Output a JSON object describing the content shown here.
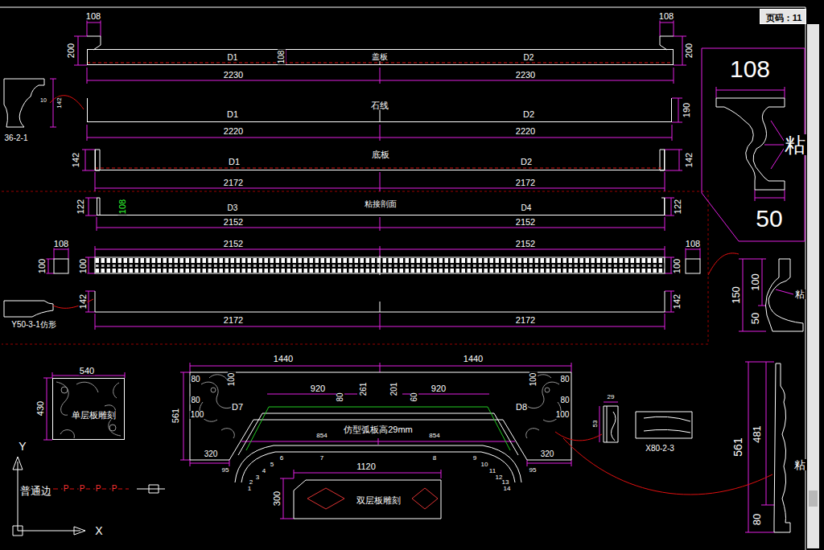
{
  "diagram": {
    "nodes": [
      {
        "text": [
          "页码：11"
        ]
      },
      {
        "text": [
          "盖板",
          "D1",
          "D2"
        ]
      },
      {
        "text": [
          "石线",
          "D1",
          "D2"
        ]
      },
      {
        "text": [
          "底板",
          "D1",
          "D2"
        ]
      },
      {
        "text": [
          "粘接剖面",
          "D3",
          "D4"
        ]
      },
      {
        "text": [
          "单层板雕刻"
        ]
      },
      {
        "text": [
          "D7",
          "D8",
          "仿型弧板高29mm"
        ]
      },
      {
        "text": [
          "双层板雕刻"
        ]
      }
    ],
    "labels": [
      "108",
      "108",
      "200",
      "108",
      "200",
      "2230",
      "2230",
      "142",
      "10",
      "36-2-1",
      "190",
      "2220",
      "2220",
      "142",
      "142",
      "2172",
      "2172",
      "122",
      "108",
      "122",
      "2152",
      "2152",
      "108",
      "2152",
      "2152",
      "108",
      "100",
      "100",
      "100",
      "142",
      "142",
      "2172",
      "2172",
      "Y50-3-1仿形",
      "108",
      "粘",
      "50",
      "150",
      "100",
      "50",
      "粘",
      "540",
      "430",
      "1440",
      "1440",
      "561",
      "80",
      "80",
      "100",
      "100",
      "100",
      "80",
      "80",
      "100",
      "920",
      "920",
      "261",
      "201",
      "80",
      "60",
      "320",
      "320",
      "854",
      "854",
      "7",
      "8",
      "6",
      "5",
      "4",
      "3",
      "2",
      "1",
      "95",
      "9",
      "10",
      "11",
      "12",
      "13",
      "14",
      "95",
      "1120",
      "300",
      "29",
      "53",
      "X80-2-3",
      "561",
      "481",
      "80",
      "粘",
      "Y",
      "X",
      "普通边",
      "P",
      "P",
      "P",
      "P"
    ]
  }
}
